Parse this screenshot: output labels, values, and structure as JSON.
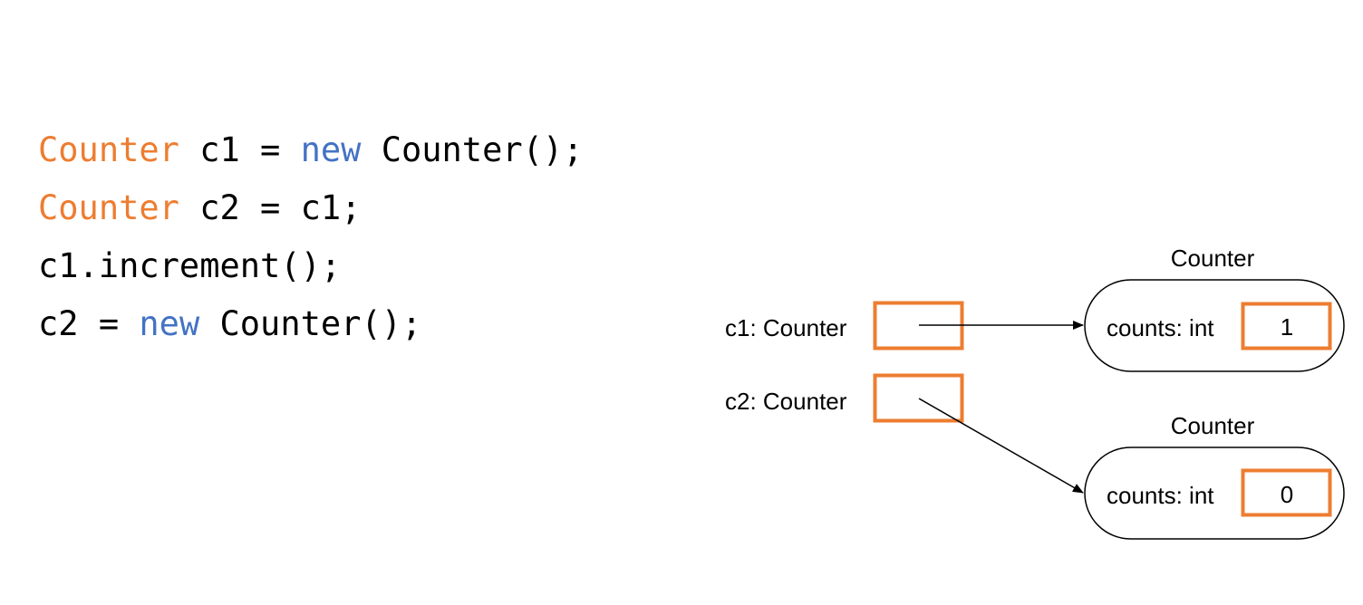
{
  "code": {
    "lines": [
      [
        {
          "text": "Counter",
          "kind": "type"
        },
        {
          "text": " c1 = ",
          "kind": "plain"
        },
        {
          "text": "new",
          "kind": "new"
        },
        {
          "text": " Counter();",
          "kind": "plain"
        }
      ],
      [
        {
          "text": "Counter",
          "kind": "type"
        },
        {
          "text": " c2 = c1;",
          "kind": "plain"
        }
      ],
      [
        {
          "text": "c1.increment();",
          "kind": "plain"
        }
      ],
      [
        {
          "text": "c2 = ",
          "kind": "plain"
        },
        {
          "text": "new",
          "kind": "new"
        },
        {
          "text": " Counter();",
          "kind": "plain"
        }
      ]
    ]
  },
  "diagram": {
    "variables": [
      {
        "label": "c1: Counter"
      },
      {
        "label": "c2: Counter"
      }
    ],
    "objects": [
      {
        "title": "Counter",
        "field_label": "counts: int",
        "field_value": "1"
      },
      {
        "title": "Counter",
        "field_label": "counts: int",
        "field_value": "0"
      }
    ]
  },
  "colors": {
    "type_keyword": "#ED7D31",
    "new_keyword": "#4472C4",
    "box_border": "#ED7D31",
    "text": "#000000"
  }
}
